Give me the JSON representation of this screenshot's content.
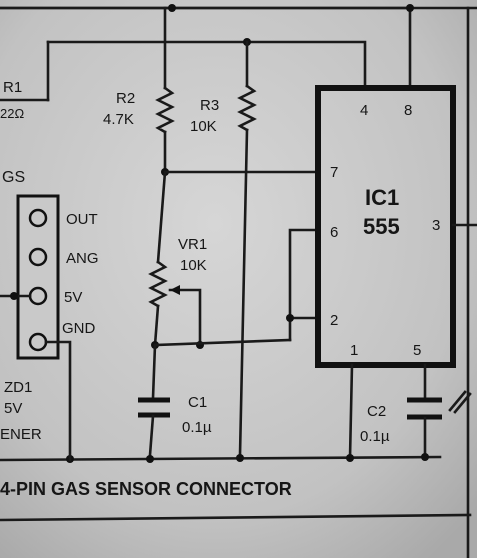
{
  "ic": {
    "name": "IC1",
    "part": "555",
    "pins": {
      "p4": "4",
      "p8": "8",
      "p7": "7",
      "p6": "6",
      "p3": "3",
      "p2": "2",
      "p1": "1",
      "p5": "5"
    }
  },
  "r1": {
    "ref": "R1",
    "value": "22Ω"
  },
  "r2": {
    "ref": "R2",
    "value": "4.7K"
  },
  "r3": {
    "ref": "R3",
    "value": "10K"
  },
  "vr1": {
    "ref": "VR1",
    "value": "10K"
  },
  "c1": {
    "ref": "C1",
    "value": "0.1µ"
  },
  "c2": {
    "ref": "C2",
    "value": "0.1µ"
  },
  "sensor": {
    "tag": "GS",
    "pins": [
      "OUT",
      "ANG",
      "5V",
      "GND"
    ]
  },
  "zener": {
    "ref": "ZD1",
    "value": "5V",
    "type": "ENER"
  },
  "caption": "4-PIN GAS SENSOR CONNECTOR"
}
